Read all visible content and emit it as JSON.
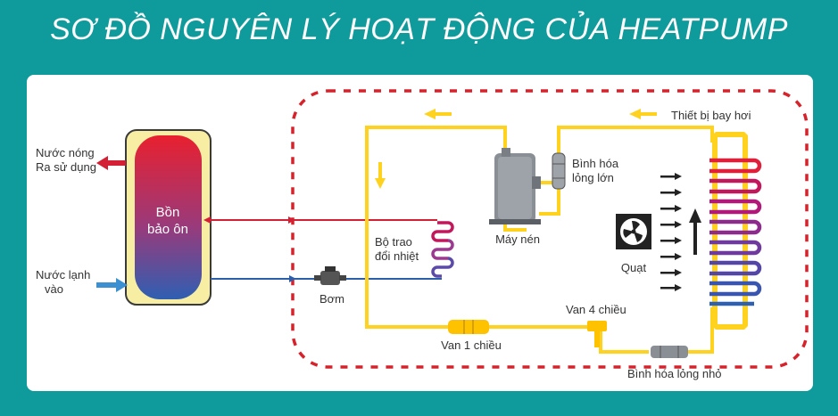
{
  "title": "SƠ ĐỒ NGUYÊN LÝ HOẠT ĐỘNG CỦA HEATPUMP",
  "colors": {
    "background": "#0f9a9b",
    "pipe": "#ffd21f",
    "hot_line": "#d32034",
    "cold_line": "#2d5fa8",
    "boundary": "#d6222b"
  },
  "labels": {
    "hot_water": [
      "Nước nóng",
      "Ra sử dụng"
    ],
    "cold_water": [
      "Nước lạnh",
      "vào"
    ],
    "tank": [
      "Bồn",
      "bảo ôn"
    ],
    "pump": "Bơm",
    "exchanger": [
      "Bộ trao",
      "đổi nhiệt"
    ],
    "compressor": "Máy nén",
    "big_receiver": [
      "Bình hóa",
      "lỏng lớn"
    ],
    "evaporator": "Thiết bị bay hơi",
    "fan": "Quạt",
    "four_way_valve": "Van 4 chiều",
    "check_valve": "Van 1 chiều",
    "small_receiver": "Bình hóa lỏng nhỏ"
  }
}
